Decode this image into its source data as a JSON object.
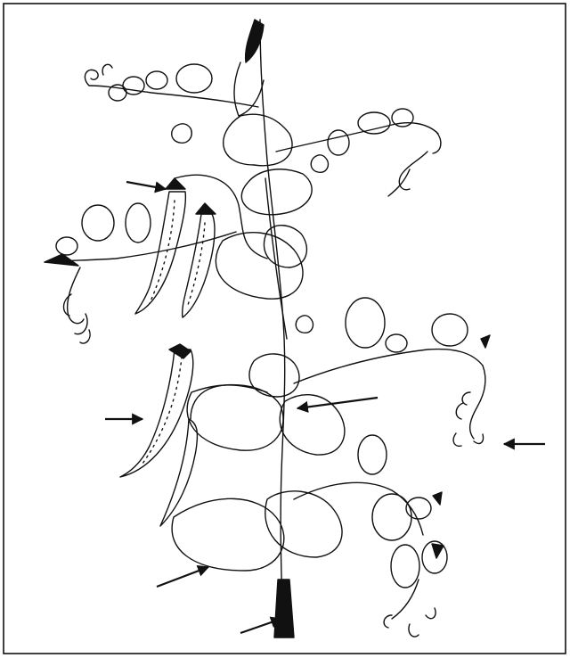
{
  "figure": {
    "ink": "#111111",
    "paper": "#ffffff",
    "pointer_arrows": [
      "arrow-pods-top",
      "arrow-pod-left",
      "arrow-stipule",
      "arrow-stem-base",
      "arrow-leaf-axil",
      "arrow-tendrils"
    ]
  }
}
